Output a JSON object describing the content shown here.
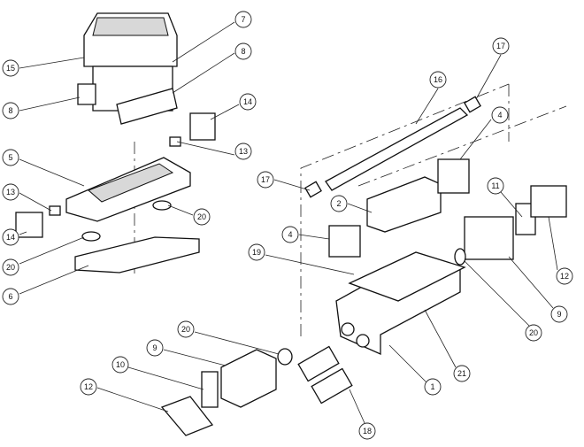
{
  "diagram": {
    "type": "exploded parts diagram",
    "callouts": [
      "15",
      "7",
      "8",
      "8",
      "14",
      "13",
      "5",
      "13",
      "20",
      "14",
      "20",
      "6",
      "17",
      "16",
      "4",
      "17",
      "11",
      "2",
      "4",
      "19",
      "12",
      "9",
      "20",
      "21",
      "1",
      "18",
      "20",
      "9",
      "10",
      "12"
    ]
  }
}
